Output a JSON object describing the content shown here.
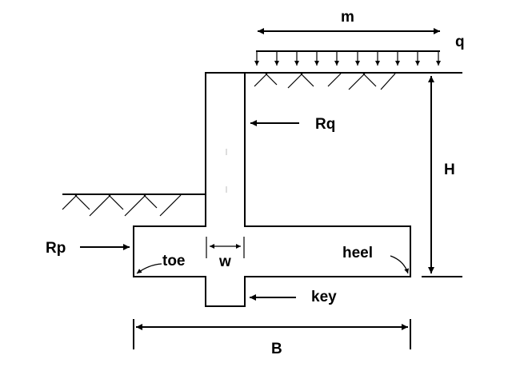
{
  "labels": {
    "m": "m",
    "q": "q",
    "rq": "Rq",
    "h": "H",
    "rp": "Rp",
    "toe": "toe",
    "w": "w",
    "heel": "heel",
    "key": "key",
    "b": "B"
  }
}
